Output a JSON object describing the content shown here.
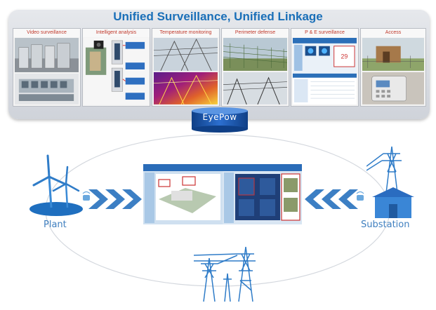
{
  "title": "Unified Surveillance, Unified Linkage",
  "tiles": [
    {
      "label": "Video surveillance"
    },
    {
      "label": "Intelligent analysis"
    },
    {
      "label": "Temperature monitoring"
    },
    {
      "label": "Perimeter defense"
    },
    {
      "label": "P & E surveillance"
    },
    {
      "label": "Access"
    }
  ],
  "hub": {
    "label": "EyePow"
  },
  "nodes": {
    "plant": "Plant",
    "substation": "Substation"
  },
  "colors": {
    "accent": "#1a6fb8",
    "node_label": "#3f7fbf",
    "tile_label": "#c0392b",
    "arrow": "#3c7fc4"
  }
}
